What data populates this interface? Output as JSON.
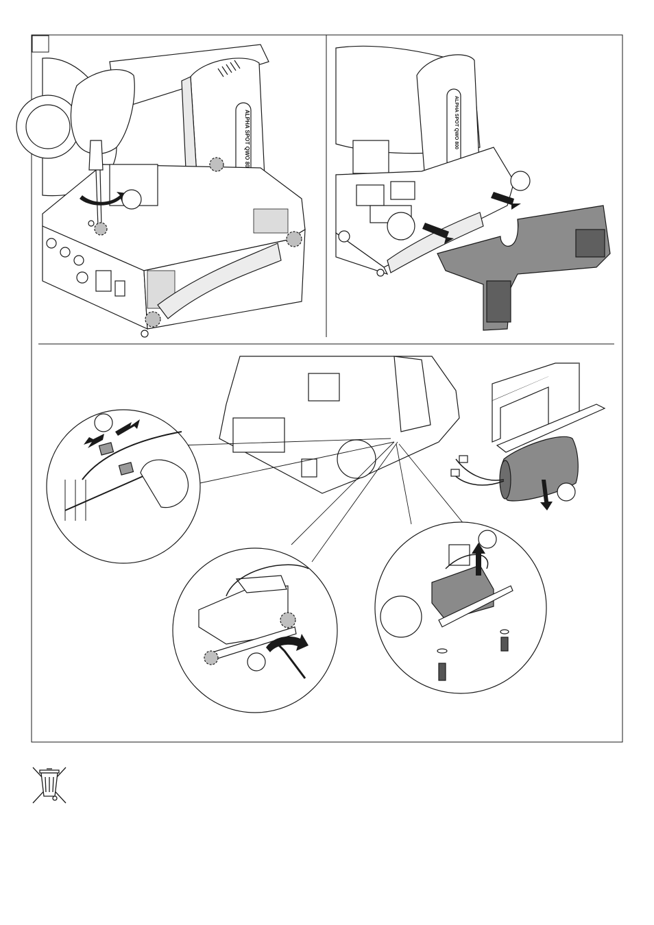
{
  "page": {
    "figure_panel_label": "",
    "panels": [
      {
        "id": "remove-cover-screws",
        "callout": ""
      },
      {
        "id": "lift-off-cover",
        "callout": ""
      },
      {
        "id": "remove-battery-pack",
        "callouts": [
          "",
          "",
          "",
          ""
        ]
      }
    ],
    "product_badge_text": "ALPHA SPOT QWO 800",
    "disposal_symbol": "crossed-out-wheelie-bin-icon"
  },
  "colors": {
    "line": "#1a1a1a",
    "cover_fill": "#8c8c8c",
    "battery_fill": "#8a8a8a",
    "highlight_fill": "#bfbfbf",
    "paper": "#ffffff"
  }
}
